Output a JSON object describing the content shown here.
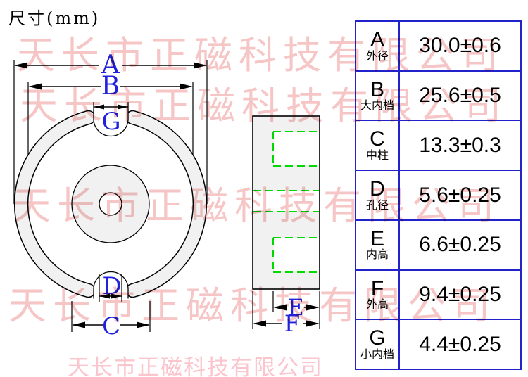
{
  "title": "尺寸(mm)",
  "watermark": {
    "text": "天长市正磁科技有限公司",
    "color": "#f6c6c6",
    "bottom_text": "天长市正磁科技有限公司",
    "bottom_color": "#fbc5cd"
  },
  "diagram": {
    "front_view_labels": {
      "A": "A",
      "B": "B",
      "G": "G",
      "D": "D",
      "C": "C"
    },
    "side_view_labels": {
      "E": "E",
      "F": "F"
    },
    "line_color": "#000000",
    "hidden_line_color": "#00d900",
    "dim_letter_color": "#2020dd",
    "body_fill": "#f1f1f1"
  },
  "table": {
    "border_color": "#2222cc",
    "rows": [
      {
        "letter": "A",
        "label": "外径",
        "value": "30.0±0.6"
      },
      {
        "letter": "B",
        "label": "大内档",
        "value": "25.6±0.5"
      },
      {
        "letter": "C",
        "label": "中柱",
        "value": "13.3±0.3"
      },
      {
        "letter": "D",
        "label": "孔径",
        "value": "5.6±0.25"
      },
      {
        "letter": "E",
        "label": "内高",
        "value": "6.6±0.25"
      },
      {
        "letter": "F",
        "label": "外高",
        "value": "9.4±0.25"
      },
      {
        "letter": "G",
        "label": "小内档",
        "value": "4.4±0.25"
      }
    ]
  }
}
